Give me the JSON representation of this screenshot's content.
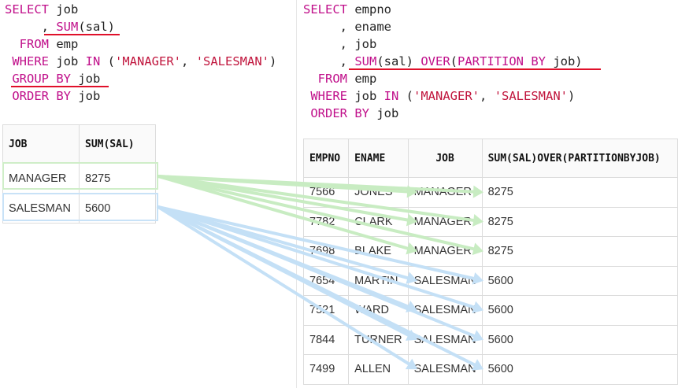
{
  "left_query": {
    "lines": [
      [
        {
          "t": "SELECT",
          "k": "kw"
        },
        {
          "t": " job",
          "k": "op"
        }
      ],
      [
        {
          "t": "     , ",
          "k": "op"
        },
        {
          "t": "SUM",
          "k": "kw"
        },
        {
          "t": "(sal)",
          "k": "op"
        }
      ],
      [
        {
          "t": "  FROM",
          "k": "kw"
        },
        {
          "t": " emp",
          "k": "op"
        }
      ],
      [
        {
          "t": " WHERE",
          "k": "kw"
        },
        {
          "t": " job ",
          "k": "op"
        },
        {
          "t": "IN",
          "k": "kw"
        },
        {
          "t": " (",
          "k": "op"
        },
        {
          "t": "'MANAGER'",
          "k": "str"
        },
        {
          "t": ", ",
          "k": "op"
        },
        {
          "t": "'SALESMAN'",
          "k": "str"
        },
        {
          "t": ")",
          "k": "op"
        }
      ],
      [
        {
          "t": " GROUP BY",
          "k": "kw"
        },
        {
          "t": " job",
          "k": "op"
        }
      ],
      [
        {
          "t": " ORDER BY",
          "k": "kw"
        },
        {
          "t": " job",
          "k": "op"
        }
      ]
    ]
  },
  "right_query": {
    "lines": [
      [
        {
          "t": "SELECT",
          "k": "kw"
        },
        {
          "t": " empno",
          "k": "op"
        }
      ],
      [
        {
          "t": "     , ename",
          "k": "op"
        }
      ],
      [
        {
          "t": "     , job",
          "k": "op"
        }
      ],
      [
        {
          "t": "     , ",
          "k": "op"
        },
        {
          "t": "SUM",
          "k": "kw"
        },
        {
          "t": "(sal) ",
          "k": "op"
        },
        {
          "t": "OVER",
          "k": "kw"
        },
        {
          "t": "(",
          "k": "op"
        },
        {
          "t": "PARTITION BY",
          "k": "kw"
        },
        {
          "t": " job)",
          "k": "op"
        }
      ],
      [
        {
          "t": "  FROM",
          "k": "kw"
        },
        {
          "t": " emp",
          "k": "op"
        }
      ],
      [
        {
          "t": " WHERE",
          "k": "kw"
        },
        {
          "t": " job ",
          "k": "op"
        },
        {
          "t": "IN",
          "k": "kw"
        },
        {
          "t": " (",
          "k": "op"
        },
        {
          "t": "'MANAGER'",
          "k": "str"
        },
        {
          "t": ", ",
          "k": "op"
        },
        {
          "t": "'SALESMAN'",
          "k": "str"
        },
        {
          "t": ")",
          "k": "op"
        }
      ],
      [
        {
          "t": " ORDER BY",
          "k": "kw"
        },
        {
          "t": " job",
          "k": "op"
        }
      ]
    ]
  },
  "left_table": {
    "headers": [
      "JOB",
      "SUM(SAL)"
    ],
    "rows": [
      {
        "job": "MANAGER",
        "sum": "8275"
      },
      {
        "job": "SALESMAN",
        "sum": "5600"
      }
    ]
  },
  "right_table": {
    "headers": [
      "EMPNO",
      "ENAME",
      "JOB",
      "SUM(SAL)OVER(PARTITIONBYJOB)"
    ],
    "rows": [
      {
        "empno": "7566",
        "ename": "JONES",
        "job": "MANAGER",
        "sum": "8275"
      },
      {
        "empno": "7782",
        "ename": "CLARK",
        "job": "MANAGER",
        "sum": "8275"
      },
      {
        "empno": "7698",
        "ename": "BLAKE",
        "job": "MANAGER",
        "sum": "8275"
      },
      {
        "empno": "7654",
        "ename": "MARTIN",
        "job": "SALESMAN",
        "sum": "5600"
      },
      {
        "empno": "7521",
        "ename": "WARD",
        "job": "SALESMAN",
        "sum": "5600"
      },
      {
        "empno": "7844",
        "ename": "TURNER",
        "job": "SALESMAN",
        "sum": "5600"
      },
      {
        "empno": "7499",
        "ename": "ALLEN",
        "job": "SALESMAN",
        "sum": "5600"
      }
    ]
  },
  "colors": {
    "keyword": "#c00f8a",
    "string": "#c0143c",
    "underline": "#e0102a",
    "manager_arrow": "#c8ecc2",
    "salesman_arrow": "#c4e0f6"
  }
}
